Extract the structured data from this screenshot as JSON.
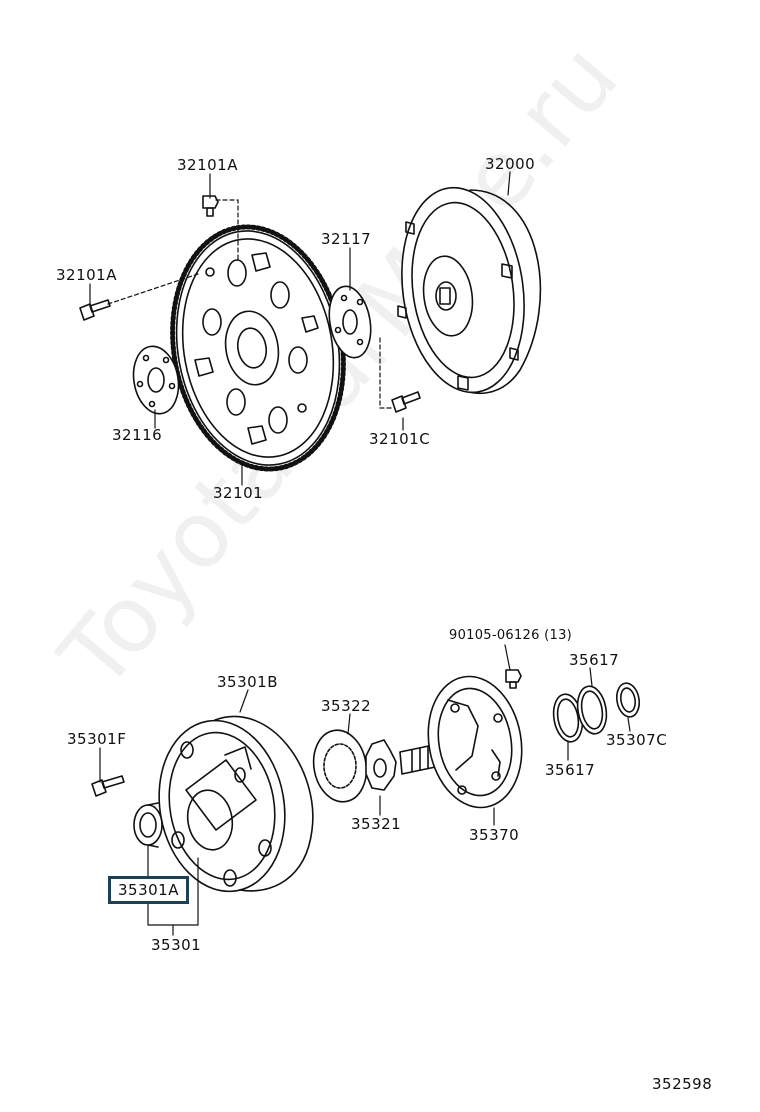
{
  "watermark": "ToyotaCarMine.ru",
  "diagram_code": "352598",
  "labels": {
    "bolt_32101A_top": "32101A",
    "bolt_32101A_left": "32101A",
    "bolt_32101C": "32101C",
    "drive_plate": "32101",
    "spacer_front": "32116",
    "spacer_rear": "32117",
    "torque_converter": "32000",
    "pump_body": "35301B",
    "pump_bolt": "35301F",
    "oil_seal": "35301A",
    "pump_assy": "35301",
    "driven_gear": "35322",
    "drive_gear": "35321",
    "stator_shaft": "35370",
    "stator_bolt": "90105-06126 (13)",
    "ring_upper": "35617",
    "ring_lower": "35617",
    "ring_c": "35307C"
  },
  "colors": {
    "line": "#111111",
    "highlight": "#1f3f55"
  }
}
